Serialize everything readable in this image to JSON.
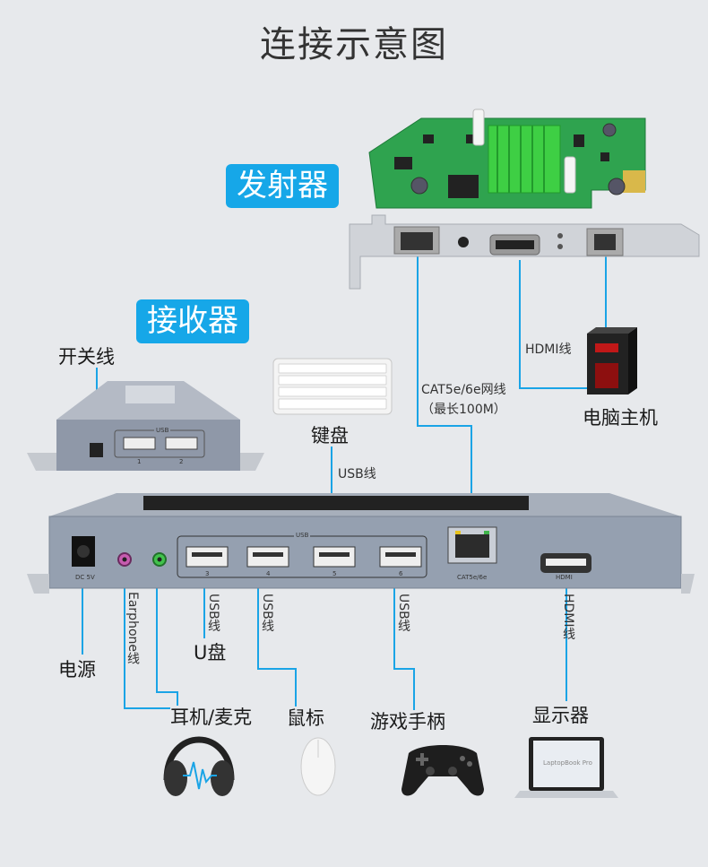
{
  "title": "连接示意图",
  "badges": {
    "transmitter": "发射器",
    "receiver": "接收器"
  },
  "labels": {
    "power_switch_cable": "开关线",
    "keyboard": "键盘",
    "usb_cable_top": "USB线",
    "hdmi_cable_top": "HDMI线",
    "network_cable": "CAT5e/6e网线",
    "network_cable_max": "（最长100M）",
    "computer_host": "电脑主机",
    "power": "电源",
    "earphone_cable": "Earphone线",
    "usb_cable_a": "USB线",
    "usb_cable_b": "USB线",
    "usb_cable_c": "USB线",
    "hdmi_cable_bottom": "HDMI线",
    "u_disk": "U盘",
    "headset_mic": "耳机/麦克",
    "mouse": "鼠标",
    "gamepad": "游戏手柄",
    "monitor": "显示器"
  },
  "device_text": {
    "dc_label": "DC 5V",
    "usb_group": "USB",
    "usb_ports": [
      "3",
      "4",
      "5",
      "6"
    ],
    "cat_label": "CAT5e/6e",
    "hdmi_label": "HDMI",
    "small_usb_group": "USB",
    "small_usb_ports": [
      "1",
      "2"
    ],
    "laptop_brand": "LaptopBook Pro"
  },
  "colors": {
    "accent": "#16a7e8",
    "line": "#1aa4e6",
    "pcb": "#2fa34f",
    "box": "#8f98a8"
  }
}
